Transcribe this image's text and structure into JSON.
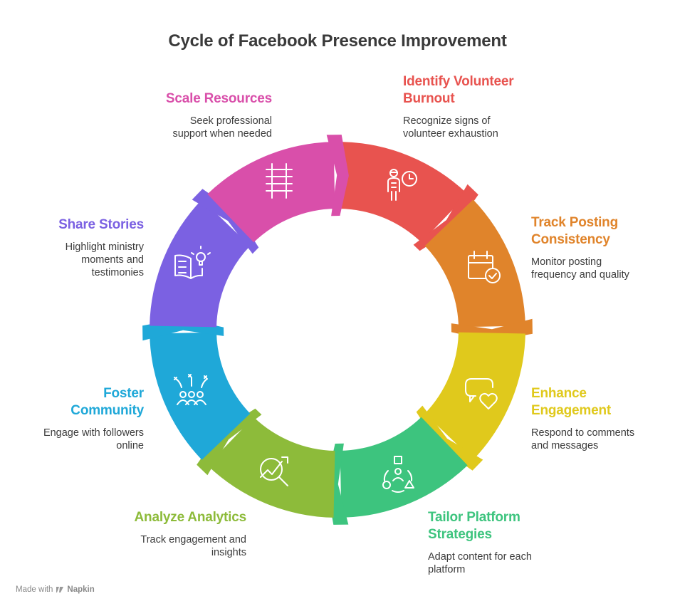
{
  "title": "Cycle of Facebook Presence Improvement",
  "steps": [
    {
      "heading": "Identify Volunteer Burnout",
      "description": "Recognize signs of volunteer exhaustion",
      "color": "#E8534F",
      "icon": "person-clock-icon"
    },
    {
      "heading": "Track Posting Consistency",
      "description": "Monitor posting frequency and quality",
      "color": "#E0842B",
      "icon": "calendar-check-icon"
    },
    {
      "heading": "Enhance Engagement",
      "description": "Respond to comments and messages",
      "color": "#E0C91C",
      "icon": "chat-heart-icon"
    },
    {
      "heading": "Tailor Platform Strategies",
      "description": "Adapt content for each platform",
      "color": "#3DC47E",
      "icon": "shapes-person-icon"
    },
    {
      "heading": "Analyze Analytics",
      "description": "Track engagement and insights",
      "color": "#8DBB3A",
      "icon": "chart-magnifier-icon"
    },
    {
      "heading": "Foster Community",
      "description": "Engage with followers online",
      "color": "#1FA8D8",
      "icon": "community-celebrate-icon"
    },
    {
      "heading": "Share Stories",
      "description": "Highlight ministry moments and testimonies",
      "color": "#7B61E2",
      "icon": "book-lightbulb-icon"
    },
    {
      "heading": "Scale Resources",
      "description": "Seek professional support when needed",
      "color": "#D94FAA",
      "icon": "ladder-icon"
    }
  ],
  "footer": {
    "made_with": "Made with",
    "brand": "Napkin",
    "brand_icon": "napkin-logo-icon"
  }
}
